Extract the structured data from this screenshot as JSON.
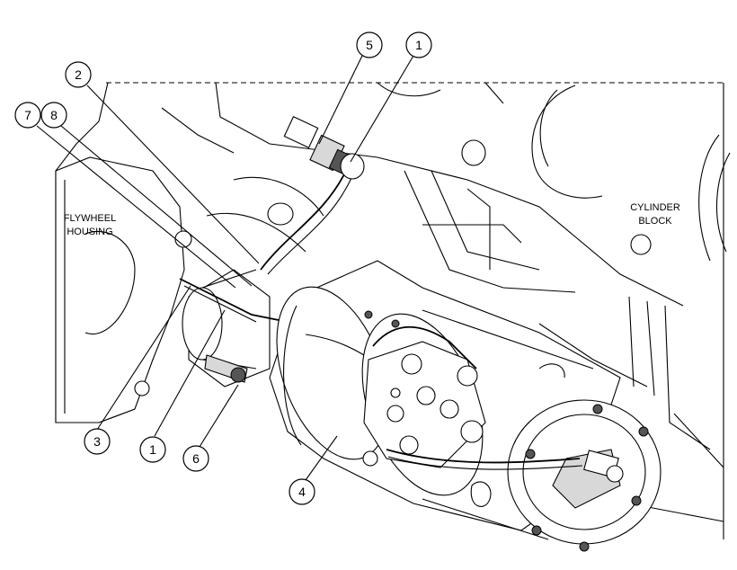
{
  "labels": {
    "flywheel_housing": [
      "FLYWHEEL",
      "HOUSING"
    ],
    "cylinder_block": [
      "CYLINDER",
      "BLOCK"
    ]
  },
  "callouts": [
    {
      "id": "callout-5",
      "text": "5"
    },
    {
      "id": "callout-1-top",
      "text": "1"
    },
    {
      "id": "callout-2",
      "text": "2"
    },
    {
      "id": "callout-7",
      "text": "7"
    },
    {
      "id": "callout-8",
      "text": "8"
    },
    {
      "id": "callout-3",
      "text": "3"
    },
    {
      "id": "callout-1-bottom",
      "text": "1"
    },
    {
      "id": "callout-6",
      "text": "6"
    },
    {
      "id": "callout-4",
      "text": "4"
    }
  ]
}
